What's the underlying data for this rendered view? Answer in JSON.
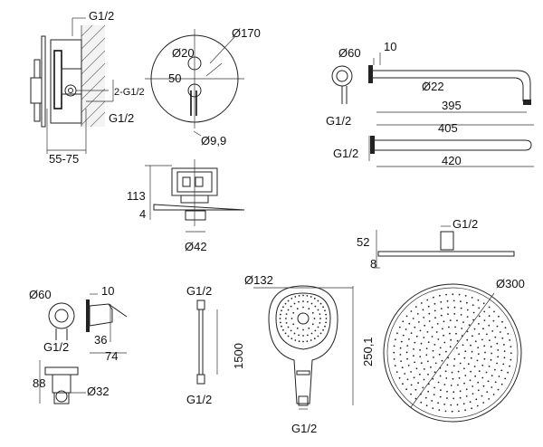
{
  "valve": {
    "top_thread": "G1/2",
    "side_thread": "2-G1/2",
    "bottom_thread": "G1/2",
    "depth_range": "55-75"
  },
  "faceplate": {
    "plate_diameter": "Ø170",
    "hole_diameter": "Ø20",
    "offset": "50",
    "handle_diameter": "Ø9,9"
  },
  "shower_arm": {
    "flange_diameter": "Ø60",
    "flange_depth": "10",
    "tube_diameter": "Ø22",
    "reach": "395",
    "length": "405",
    "thread": "G1/2",
    "overall_length": "420"
  },
  "valve_body": {
    "height": "113",
    "plate_thickness": "4",
    "outlet_diameter": "Ø42"
  },
  "shower_head_side": {
    "thread": "G1/2",
    "height": "52",
    "thickness": "8"
  },
  "wall_outlet": {
    "flange_diameter": "Ø60",
    "flange_depth": "10",
    "thread": "G1/2",
    "height": "36",
    "depth": "74"
  },
  "hand_holder": {
    "height": "88",
    "diameter": "Ø32"
  },
  "hose": {
    "top_thread": "G1/2",
    "length": "1500",
    "bottom_thread": "G1/2"
  },
  "hand_shower": {
    "head_diameter": "Ø132",
    "length": "250,1",
    "thread": "G1/2"
  },
  "rain_head": {
    "diameter": "Ø300"
  }
}
